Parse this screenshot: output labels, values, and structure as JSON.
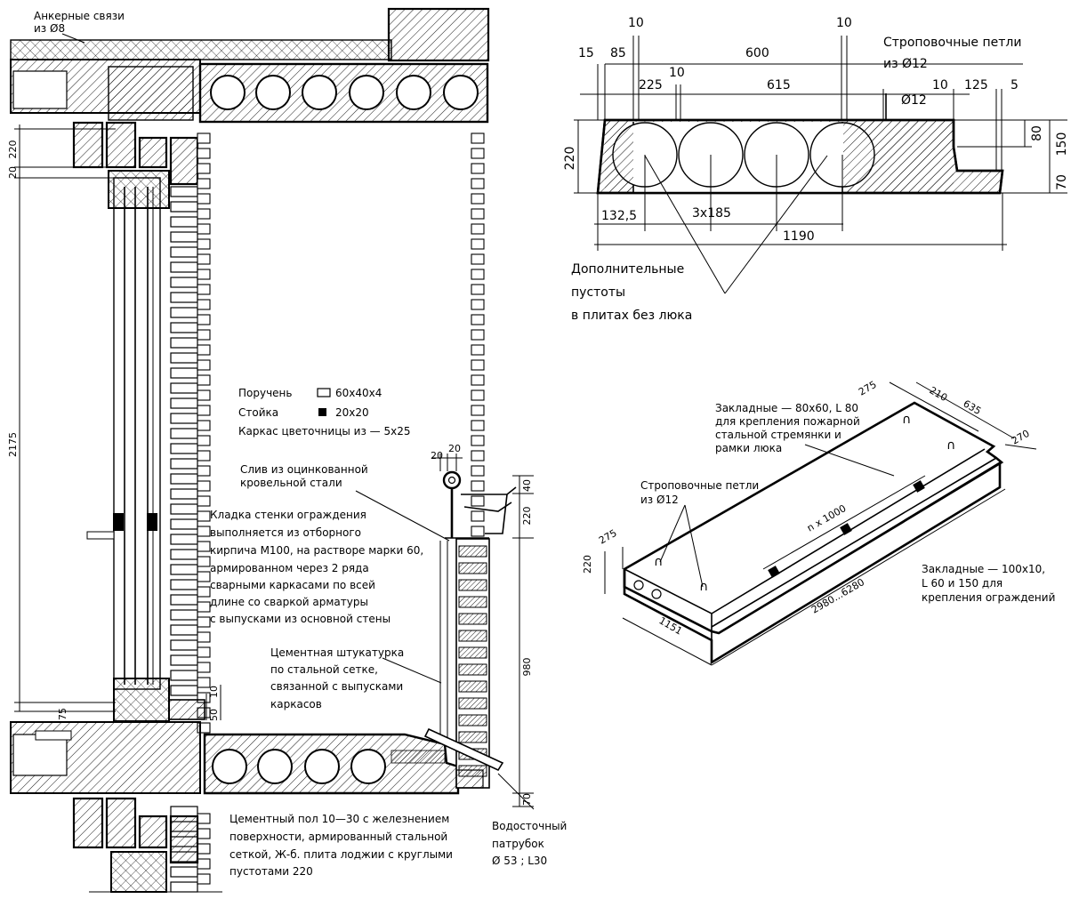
{
  "section": {
    "anchor_label_1": "Анкерные связи",
    "anchor_label_2": "из Ø8",
    "dims_left": [
      "220",
      "20",
      "2175",
      "75"
    ],
    "dims_right": [
      "20",
      "20",
      "40",
      "220",
      "980",
      "70"
    ],
    "dims_small": [
      "10",
      "50"
    ],
    "legend": {
      "rail_label": "Поручень",
      "rail_value": "60x40x4",
      "post_label": "Стойка",
      "post_value": "20x20",
      "frame_label": "Каркас цветочницы из — 5x25"
    },
    "drain_label_1": "Слив из оцинкованной",
    "drain_label_2": "кровельной стали",
    "masonry_lines": [
      "Кладка стенки ограждения",
      "выполняется из отборного",
      "кирпича М100, на растворе марки 60,",
      "армированном через 2 ряда",
      "сварными каркасами по всей",
      "длине со сваркой арматуры",
      "с выпусками из основной стены"
    ],
    "plaster_lines": [
      "Цементная штукатурка",
      "по стальной сетке,",
      "связанной с выпусками",
      "каркасов"
    ],
    "floor_lines": [
      "Цементный пол 10—30 с железнением",
      "поверхности, армированный стальной",
      "сеткой, Ж-б. плита лоджии с круглыми",
      "пустотами 220"
    ],
    "outlet_lines": [
      "Водосточный",
      "патрубок",
      "Ø 53 ; L30"
    ]
  },
  "cross_section": {
    "top_dims": [
      "10",
      "10",
      "15",
      "85",
      "600",
      "10",
      "225",
      "615",
      "10",
      "125",
      "5"
    ],
    "sling_label_1": "Строповочные петли",
    "sling_label_2": "из Ø12",
    "dia_label": "Ø12",
    "height_dims": [
      "220",
      "80",
      "150",
      "70"
    ],
    "bottom_dims": [
      "132,5",
      "3x185",
      "1190"
    ],
    "voids_lines": [
      "Дополнительные",
      "пустоты",
      "в плитах без люка"
    ]
  },
  "isometric": {
    "dims": [
      "275",
      "210",
      "635",
      "270",
      "275",
      "220",
      "1151",
      "2980...6280",
      "n x 1000"
    ],
    "embedded_top_lines": [
      "Закладные — 80x60, L 80",
      "для крепления пожарной",
      "стальной стремянки и",
      "рамки люка"
    ],
    "sling_label_1": "Строповочные петли",
    "sling_label_2": "из Ø12",
    "embedded_right_lines": [
      "Закладные — 100x10,",
      "L 60 и 150 для",
      "крепления ограждений"
    ]
  }
}
